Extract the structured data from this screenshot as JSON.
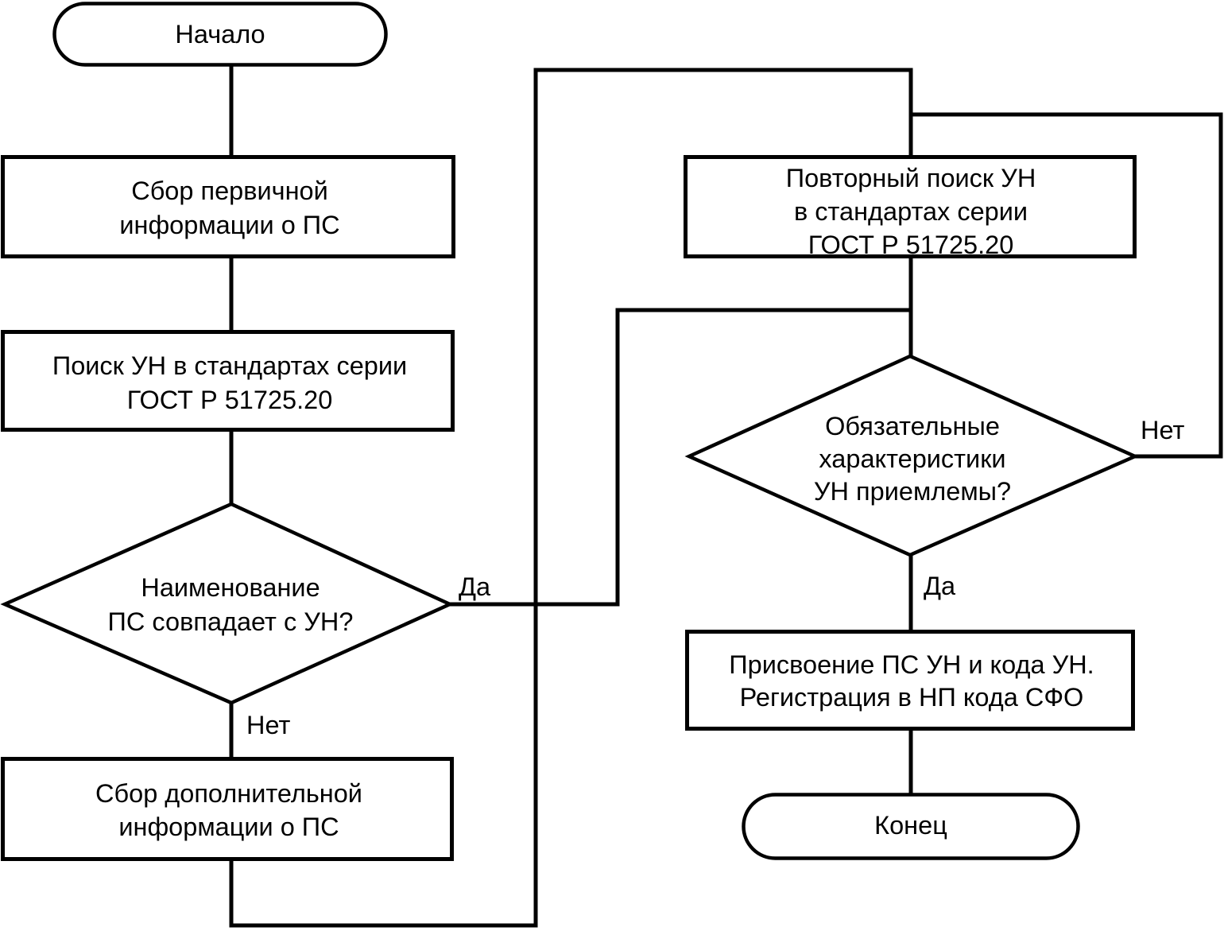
{
  "page": {
    "background": "#ffffff",
    "ink": "#000000"
  },
  "diagram": {
    "type": "flowchart",
    "language": "ru",
    "nodes": [
      {
        "id": "start",
        "type": "terminator",
        "lines": [
          "Начало"
        ]
      },
      {
        "id": "collect-primary-info",
        "type": "process",
        "lines": [
          "Сбор первичной",
          "информации о ПС"
        ]
      },
      {
        "id": "search-un",
        "type": "process",
        "lines": [
          "Поиск УН в стандартах серии",
          "ГОСТ Р 51725.20"
        ]
      },
      {
        "id": "name-matches-un",
        "type": "decision",
        "lines": [
          "Наименование",
          "ПС совпадает с УН?"
        ]
      },
      {
        "id": "collect-additional-info",
        "type": "process",
        "lines": [
          "Сбор дополнительной",
          "информации о ПС"
        ]
      },
      {
        "id": "repeat-search-un",
        "type": "process",
        "lines": [
          "Повторный поиск УН",
          "в стандартах серии",
          "ГОСТ Р 51725.20"
        ]
      },
      {
        "id": "characteristics-acceptable",
        "type": "decision",
        "lines": [
          "Обязательные",
          "характеристики",
          "УН приемлемы?"
        ]
      },
      {
        "id": "assign-un-code",
        "type": "process",
        "lines": [
          "Присвоение ПС УН и кода УН.",
          "Регистрация в НП кода СФО"
        ]
      },
      {
        "id": "end",
        "type": "terminator",
        "lines": [
          "Конец"
        ]
      }
    ],
    "edges": [
      {
        "from": "start",
        "to": "collect-primary-info",
        "label": ""
      },
      {
        "from": "collect-primary-info",
        "to": "search-un",
        "label": ""
      },
      {
        "from": "search-un",
        "to": "name-matches-un",
        "label": ""
      },
      {
        "from": "name-matches-un",
        "to": "collect-additional-info",
        "label": "Нет"
      },
      {
        "from": "collect-additional-info",
        "to": "repeat-search-un",
        "label": ""
      },
      {
        "from": "repeat-search-un",
        "to": "characteristics-acceptable",
        "label": ""
      },
      {
        "from": "name-matches-un",
        "to": "characteristics-acceptable",
        "label": "Да"
      },
      {
        "from": "characteristics-acceptable",
        "to": "repeat-search-un",
        "label": "Нет"
      },
      {
        "from": "characteristics-acceptable",
        "to": "assign-un-code",
        "label": "Да"
      },
      {
        "from": "assign-un-code",
        "to": "end",
        "label": ""
      }
    ]
  }
}
